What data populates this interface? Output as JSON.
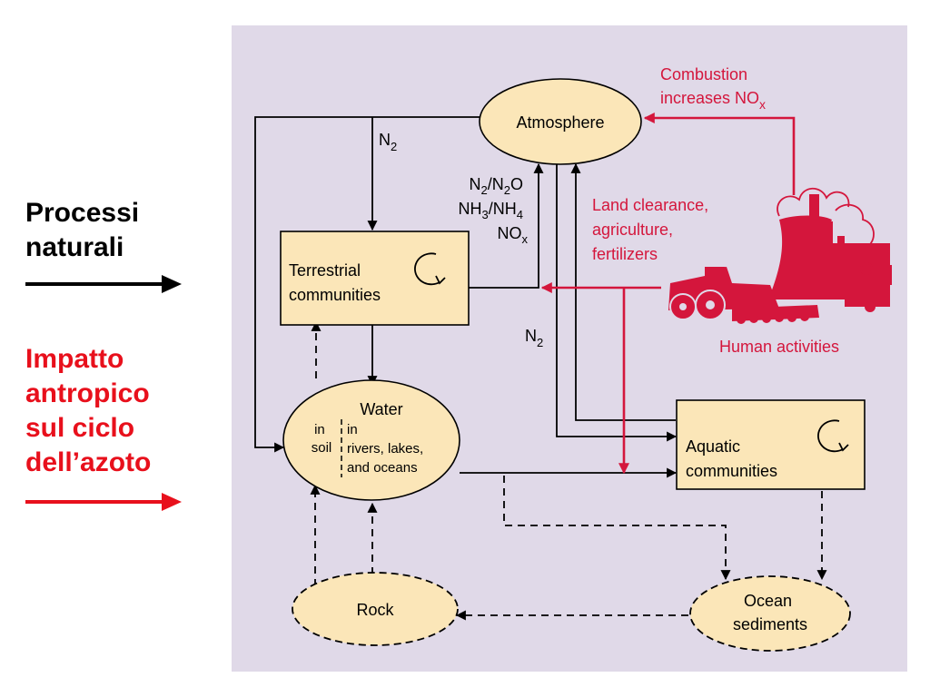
{
  "legend": {
    "natural": {
      "lines": [
        "Processi",
        "naturali"
      ],
      "color": "#000000"
    },
    "human": {
      "lines": [
        "Impatto",
        "antropico",
        "sul ciclo",
        "dell’azoto"
      ],
      "color": "#e8101c"
    }
  },
  "colors": {
    "panel_bg": "#e0d9e8",
    "node_fill": "#fbe6b8",
    "human_red": "#d4163c",
    "legend_red": "#e8101c"
  },
  "nodes": {
    "atmosphere": "Atmosphere",
    "terrestrial": [
      "Terrestrial",
      "communities"
    ],
    "water_title": "Water",
    "water_soil": [
      "in",
      "soil"
    ],
    "water_rivers": [
      "in",
      "rivers, lakes,",
      "and oceans"
    ],
    "aquatic": [
      "Aquatic",
      "communities"
    ],
    "rock": "Rock",
    "ocean": [
      "Ocean",
      "sediments"
    ]
  },
  "labels": {
    "n2_atmo": {
      "main": "N",
      "sub": "2"
    },
    "n2_mid": {
      "main": "N",
      "sub": "2"
    },
    "gases": {
      "line1": [
        "N",
        "2",
        "/N",
        "2",
        "O"
      ],
      "line2": [
        "NH",
        "3",
        "/NH",
        "4"
      ],
      "line3": [
        "NO",
        "x"
      ]
    }
  },
  "human": {
    "combustion_line1": "Combustion",
    "combustion_line2": {
      "main": "increases NO",
      "sub": "x"
    },
    "land": [
      "Land clearance,",
      "agriculture,",
      "fertilizers"
    ],
    "activities": "Human activities",
    "icon": "factory-and-tractor-icon"
  }
}
